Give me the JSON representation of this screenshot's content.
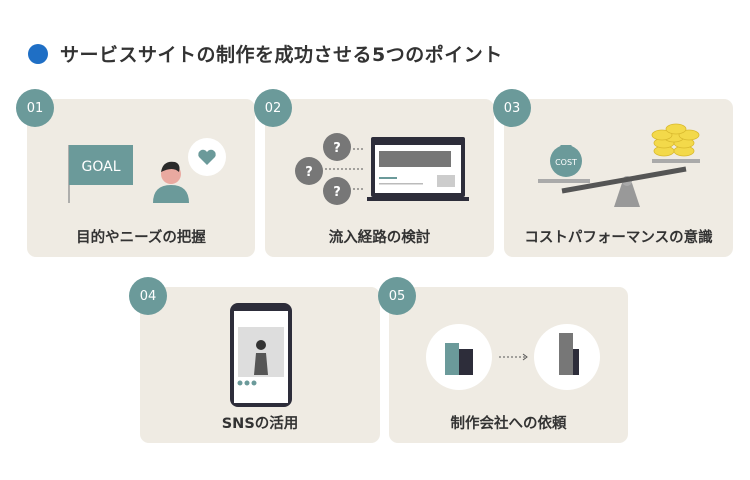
{
  "title": "サービスサイトの制作を成功させる5つのポイント",
  "colors": {
    "accent": "#1f6fc5",
    "badge": "#6b9a9a",
    "card": "#efebe3"
  },
  "points": [
    {
      "number": "01",
      "label": "目的やニーズの把握",
      "illustration_text": "GOAL"
    },
    {
      "number": "02",
      "label": "流入経路の検討",
      "illustration_text": "?"
    },
    {
      "number": "03",
      "label": "コストパフォーマンスの意識",
      "illustration_text": "COST"
    },
    {
      "number": "04",
      "label": "SNSの活用"
    },
    {
      "number": "05",
      "label": "制作会社への依頼"
    }
  ]
}
